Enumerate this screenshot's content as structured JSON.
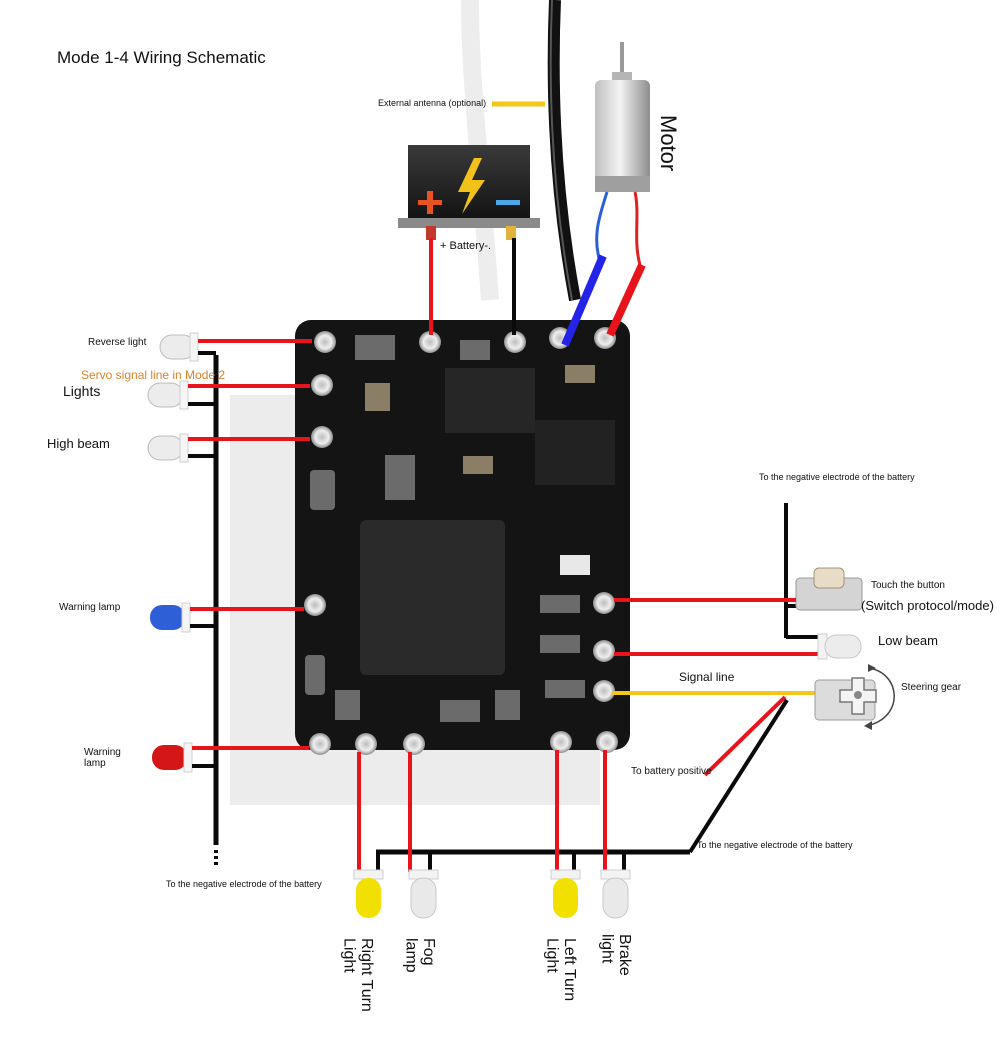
{
  "title": "Mode 1-4 Wiring Schematic",
  "labels": {
    "external_antenna": "External antenna (optional)",
    "motor": "Motor",
    "battery": "+ Battery-.",
    "reverse_light": "Reverse light",
    "servo_signal": "Servo signal line in Mode 2",
    "lights": "Lights",
    "high_beam": "High beam",
    "warning_lamp_blue": "Warning lamp",
    "warning_lamp_red": "Warning\nlamp",
    "neg_left": "To the negative electrode of the battery",
    "neg_top_right": "To the negative electrode of the battery",
    "touch_button": "Touch the button",
    "switch_protocol": "(Switch protocol/mode)",
    "low_beam": "Low beam",
    "signal_line": "Signal line",
    "steering_gear": "Steering gear",
    "to_battery_positive": "To battery positive",
    "neg_bottom": "To the negative electrode of the battery",
    "right_turn": "Right Turn\nLight",
    "fog_lamp": "Fog\nlamp",
    "left_turn": "Left Turn\nLight",
    "brake_light": "Brake\nlight"
  },
  "colors": {
    "wire_red": "#e8141b",
    "wire_black": "#0a0a0a",
    "wire_blue": "#2b2be0",
    "wire_yellow": "#f5c518",
    "pcb": "#141414",
    "led_yellow": "#f2e000",
    "led_blue": "#2f5fd6",
    "led_red": "#d41616",
    "led_white": "#e6e6e6",
    "label_orange": "#d9822b"
  },
  "icons": {
    "battery": "battery-icon",
    "motor": "motor-icon",
    "servo": "servo-icon",
    "button": "push-button-icon",
    "led": "led-icon"
  }
}
